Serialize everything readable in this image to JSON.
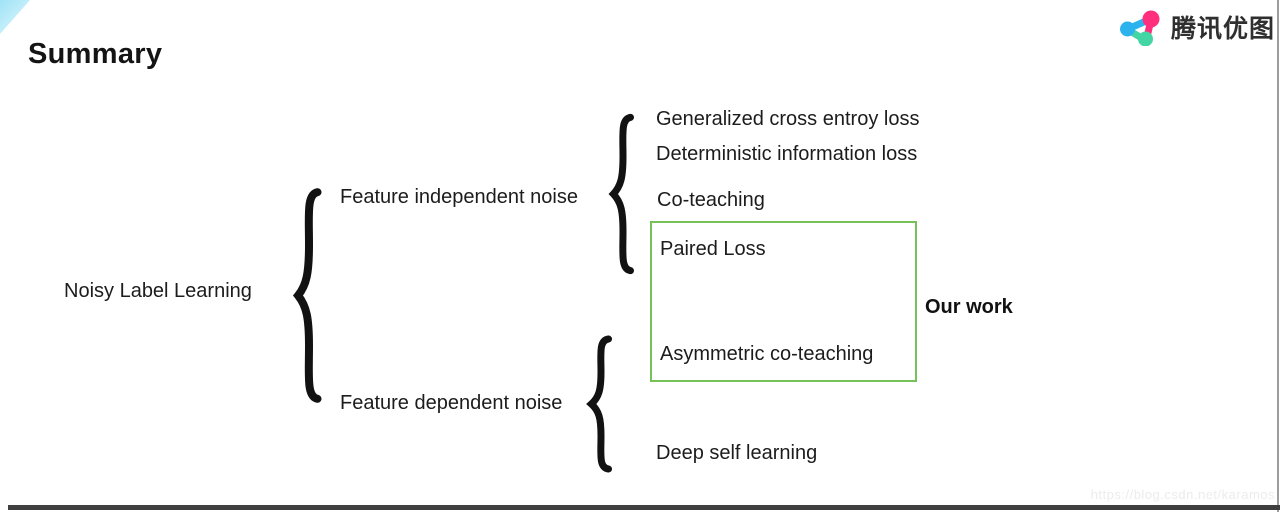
{
  "slide": {
    "title": "Summary",
    "watermark": "https://blog.csdn.net/karamos"
  },
  "brand": {
    "name": "腾讯优图",
    "icon": "youtu-triangle-logo",
    "colors": {
      "blue": "#2cb3ed",
      "pink": "#ff2f7e",
      "green": "#43d6a4",
      "text": "#2f2f2f"
    }
  },
  "diagram": {
    "root": "Noisy Label Learning",
    "branches": [
      {
        "label": "Feature independent noise",
        "children": [
          "Generalized cross entroy loss",
          "Deterministic information loss",
          "Co-teaching",
          "Paired Loss"
        ]
      },
      {
        "label": "Feature dependent noise",
        "children": [
          "Asymmetric co-teaching",
          "Deep self learning"
        ]
      }
    ],
    "highlight_box": {
      "label": "Our work",
      "border_color": "#77c258"
    }
  }
}
